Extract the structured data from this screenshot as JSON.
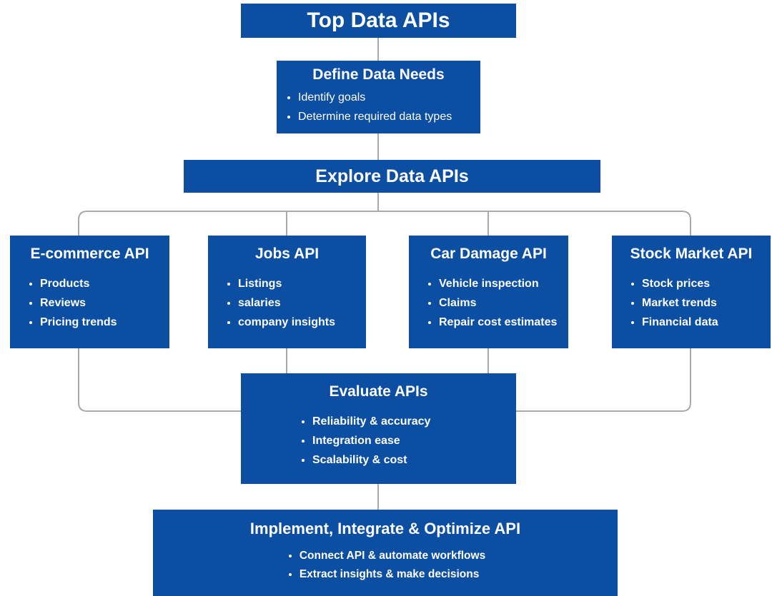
{
  "colors": {
    "box_background": "#0b4ea2",
    "box_text": "#ffffff",
    "connector": "#a9a9a9",
    "page_background": "#ffffff"
  },
  "diagram": {
    "top": {
      "title": "Top Data APIs"
    },
    "define": {
      "title": "Define Data Needs",
      "bullets": [
        "Identify goals",
        "Determine required data types"
      ]
    },
    "explore": {
      "title": "Explore Data APIs"
    },
    "branches": [
      {
        "title": "E-commerce API",
        "bullets": [
          "Products",
          "Reviews",
          "Pricing trends"
        ]
      },
      {
        "title": "Jobs API",
        "bullets": [
          "Listings",
          "salaries",
          "company insights"
        ]
      },
      {
        "title": "Car Damage API",
        "bullets": [
          "Vehicle inspection",
          "Claims",
          "Repair cost estimates"
        ]
      },
      {
        "title": "Stock Market API",
        "bullets": [
          "Stock prices",
          "Market trends",
          "Financial data"
        ]
      }
    ],
    "evaluate": {
      "title": "Evaluate APIs",
      "bullets": [
        "Reliability & accuracy",
        "Integration ease",
        "Scalability & cost"
      ]
    },
    "implement": {
      "title": "Implement, Integrate & Optimize API",
      "bullets": [
        "Connect API & automate workflows",
        "Extract insights & make decisions"
      ]
    }
  }
}
